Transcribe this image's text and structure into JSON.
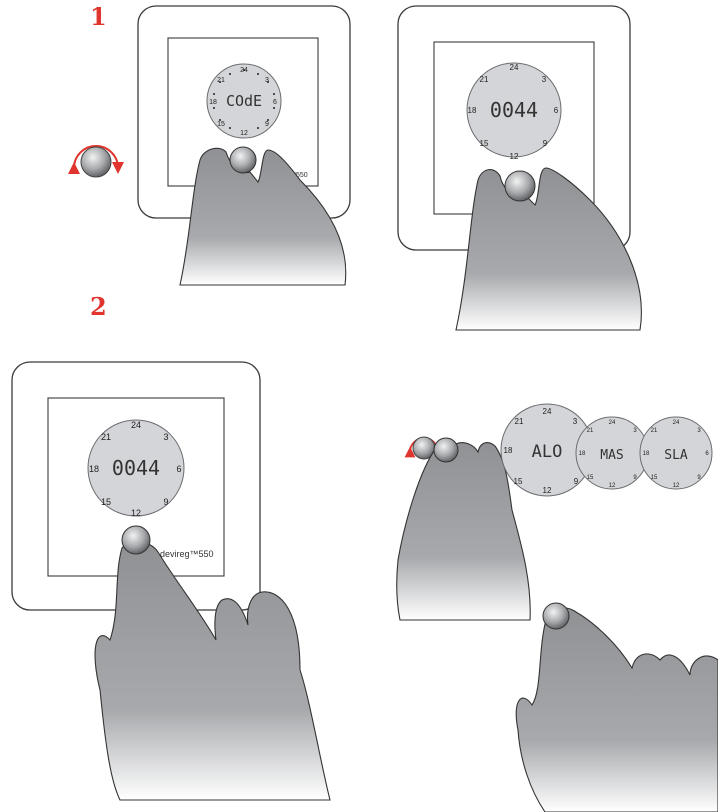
{
  "steps": [
    {
      "number": "1"
    },
    {
      "number": "2"
    }
  ],
  "displays": {
    "a": "COdE",
    "b": "0044",
    "c": "0044",
    "mode_1": "ALO",
    "mode_2": "MAS",
    "mode_3": "SLA"
  },
  "dial_ticks": [
    "24",
    "3",
    "6",
    "9",
    "12",
    "15",
    "18",
    "21"
  ],
  "brand": {
    "suffix": "550",
    "full": "devireg™550"
  },
  "colors": {
    "step_number": "#e0342e",
    "rotate_arrow": "#e0342e",
    "hand": "#8f9194",
    "dial": "#d4d5d8"
  },
  "icons": [
    "rotate-arrow-icon",
    "knob-icon",
    "finger-hand-icon"
  ]
}
